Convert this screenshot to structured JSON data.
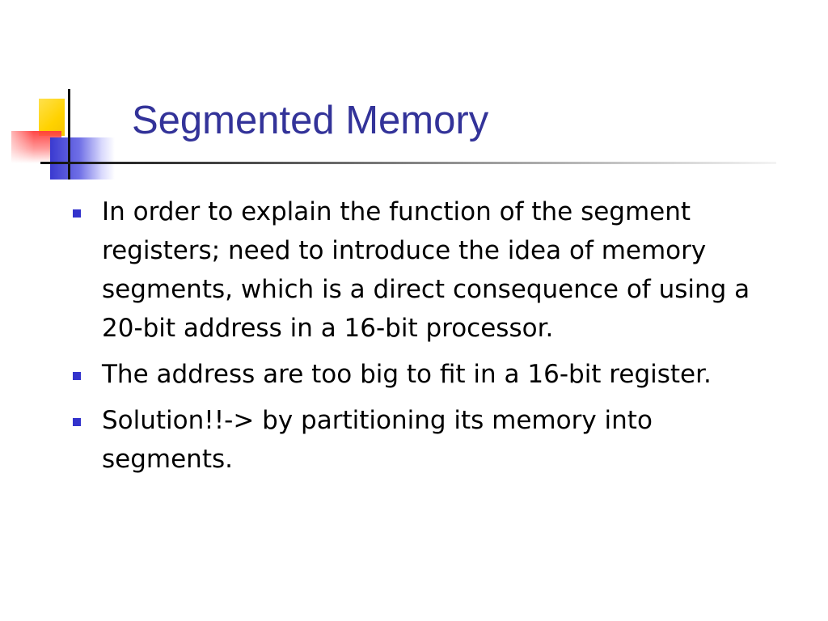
{
  "slide": {
    "title": "Segmented Memory",
    "bullets": [
      "In order to explain the function of the segment registers; need to introduce the idea of memory segments, which is a direct consequence of using a 20-bit address in a 16-bit processor.",
      "The address are too big to fit in a 16-bit register.",
      "Solution!!-> by partitioning its memory into segments."
    ]
  },
  "colors": {
    "title": "#333399",
    "bullet_marker": "#3333cc",
    "text": "#000000",
    "logo_yellow": "#ffd200",
    "logo_red": "#ff3c3c",
    "logo_blue": "#3a3ad0"
  }
}
